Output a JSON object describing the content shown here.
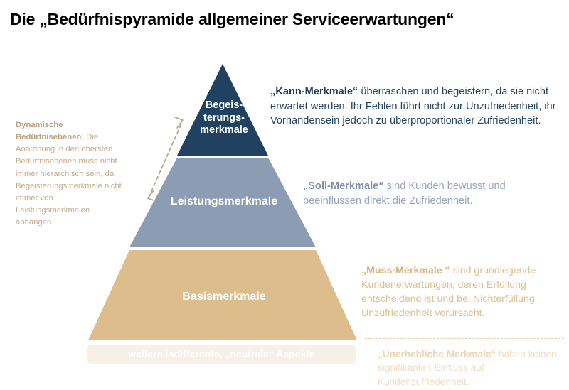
{
  "title": "Die „Bedürfnispyramide allgemeiner Serviceerwartungen“",
  "colors": {
    "tier_top": "#20415f",
    "tier_middle": "#8b9cb3",
    "tier_base": "#ddbd8b",
    "neutral_strip": "#f7f0e6",
    "divider_blue": "#9aa9bd",
    "divider_tan": "#e3cba6",
    "title_text": "#000000",
    "background": "#ffffff"
  },
  "pyramid": {
    "tiers": [
      {
        "id": "begeisterungsmerkmale",
        "label": "Begeis-\nterungs-\nmerkmale",
        "fill": "#20415f"
      },
      {
        "id": "leistungsmerkmale",
        "label": "Leistungsmerkmale",
        "fill": "#8b9cb3"
      },
      {
        "id": "basismerkmale",
        "label": "Basismerkmale",
        "fill": "#ddbd8b"
      }
    ],
    "neutral_strip_label": "weitere indifferente, „neutrale“ Aspekte"
  },
  "left_note": {
    "lead": "Dynamische Bedürfnisebenen:",
    "body": " Die Anordnung in den obersten Bedürfnisebenen muss nicht immer hierarchisch sein, da Begeisterungsmerkmale nicht immer von Leistungsmerkmalen abhängen."
  },
  "callouts": [
    {
      "id": "kann-merkmale",
      "lead": "„Kann-Merkmale“",
      "body": " überraschen und begeistern, da sie nicht erwartet werden. Ihr Fehlen führt nicht zur Unzufriedenheit, ihr Vorhandensein jedoch zu überproportionaler Zufriedenheit.",
      "color": "#24455f"
    },
    {
      "id": "soll-merkmale",
      "lead": "„Soll-Merkmale“",
      "body": " sind Kunden bewusst und beeinflussen direkt die Zufriedenheit.",
      "color": "#97a5b7"
    },
    {
      "id": "muss-merkmale",
      "lead": "„Muss-Merkmale “",
      "body": " sind grundlegende Kundenerwartungen, deren Erfüllung entscheidend ist und bei Nichterfüllung Unzufriedenheit verursacht.",
      "color": "#ddc091"
    },
    {
      "id": "unerhebliche-merkmale",
      "lead": "„Unerhebliche Merkmale“",
      "body": " haben keinen signifikanten Einfluss auf Kundenzufriedenheit.",
      "color": "#eddfc8"
    }
  ],
  "arrow": {
    "name": "dynamic-levels-double-arrow",
    "style": "dashed double-headed diagonal",
    "color": "#b9a485"
  }
}
